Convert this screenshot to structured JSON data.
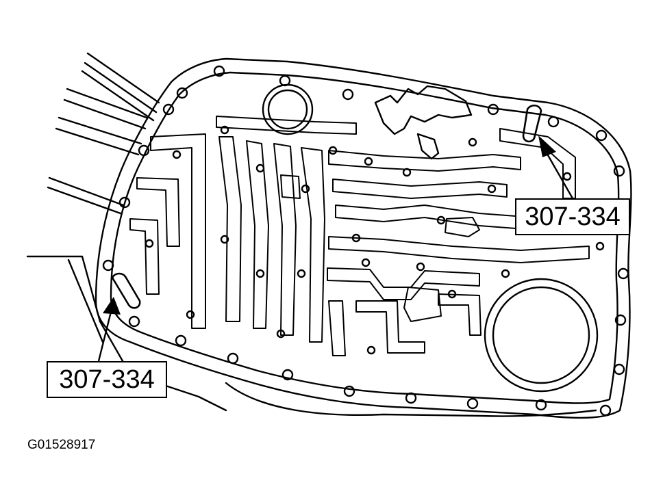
{
  "callouts": {
    "right_label": "307-334",
    "left_label": "307-334"
  },
  "figure_id": "G01528917",
  "colors": {
    "line": "#000000",
    "background": "#ffffff"
  }
}
